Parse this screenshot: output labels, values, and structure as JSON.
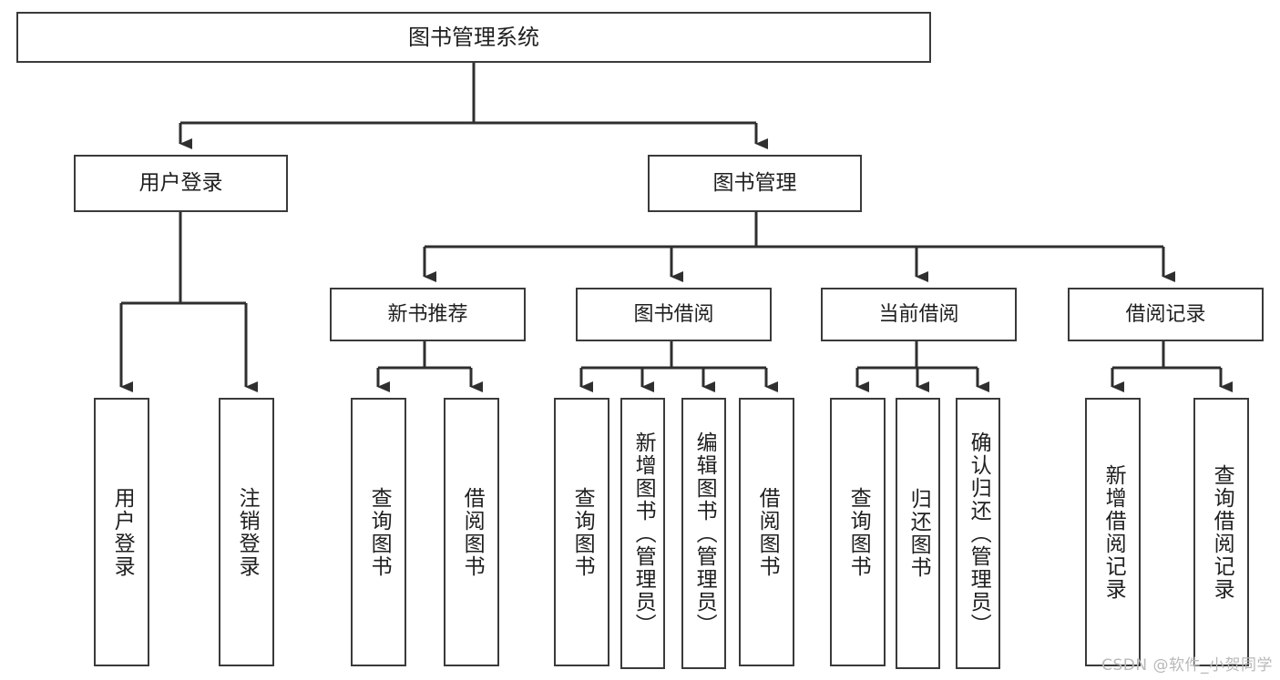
{
  "diagram": {
    "title": "图书管理系统",
    "type": "tree-hierarchy-chart",
    "watermark": "CSDN @软件_小贺同学",
    "colors": {
      "box_border": "#3a3a3a",
      "box_fill": "#ffffff",
      "edge": "#2f2f2f",
      "text": "#1f1f1f",
      "watermark": "#b8b8b8",
      "background": "#ffffff"
    },
    "root": {
      "label": "图书管理系统"
    },
    "level2": [
      {
        "label": "用户登录"
      },
      {
        "label": "图书管理"
      }
    ],
    "level3": [
      {
        "label": "新书推荐"
      },
      {
        "label": "图书借阅"
      },
      {
        "label": "当前借阅"
      },
      {
        "label": "借阅记录"
      }
    ],
    "leaves": {
      "user_login": [
        {
          "label": "用户登录"
        },
        {
          "label": "注销登录"
        }
      ],
      "new_book_recommend": [
        {
          "label": "查询图书"
        },
        {
          "label": "借阅图书"
        }
      ],
      "book_borrow": [
        {
          "label": "查询图书"
        },
        {
          "label": "新增图书（管理员）"
        },
        {
          "label": "编辑图书（管理员）"
        },
        {
          "label": "借阅图书"
        }
      ],
      "current_borrow": [
        {
          "label": "查询图书"
        },
        {
          "label": "归还图书"
        },
        {
          "label": "确认归还（管理员）"
        }
      ],
      "borrow_record": [
        {
          "label": "新增借阅记录"
        },
        {
          "label": "查询借阅记录"
        }
      ]
    }
  }
}
